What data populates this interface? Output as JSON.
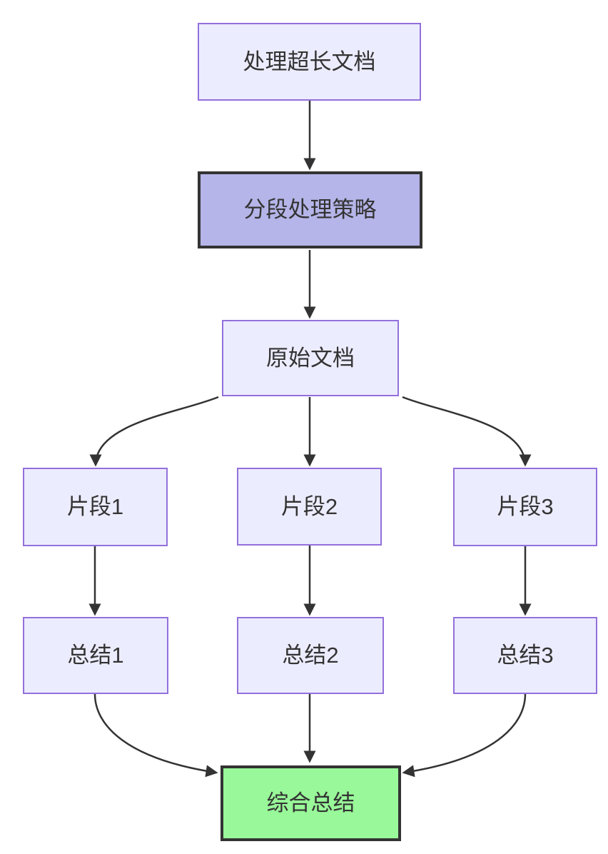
{
  "diagram": {
    "type": "flowchart",
    "direction": "top-down",
    "background": "#ffffff",
    "colors": {
      "node_fill": "#ececff",
      "node_border": "#9370db",
      "highlight_fill": "#b5b5e9",
      "highlight_border": "#333333",
      "result_fill": "#99f899",
      "result_border": "#333333",
      "edge_color": "#333333",
      "text_color": "#333333"
    },
    "nodes": [
      {
        "id": "A",
        "label": "处理超长文档",
        "style": "default"
      },
      {
        "id": "B",
        "label": "分段处理策略",
        "style": "highlight"
      },
      {
        "id": "C",
        "label": "原始文档",
        "style": "default"
      },
      {
        "id": "D1",
        "label": "片段1",
        "style": "default"
      },
      {
        "id": "D2",
        "label": "片段2",
        "style": "default"
      },
      {
        "id": "D3",
        "label": "片段3",
        "style": "default"
      },
      {
        "id": "E1",
        "label": "总结1",
        "style": "default"
      },
      {
        "id": "E2",
        "label": "总结2",
        "style": "default"
      },
      {
        "id": "E3",
        "label": "总结3",
        "style": "default"
      },
      {
        "id": "F",
        "label": "综合总结",
        "style": "result"
      }
    ],
    "edges": [
      {
        "from": "A",
        "to": "B"
      },
      {
        "from": "B",
        "to": "C"
      },
      {
        "from": "C",
        "to": "D1"
      },
      {
        "from": "C",
        "to": "D2"
      },
      {
        "from": "C",
        "to": "D3"
      },
      {
        "from": "D1",
        "to": "E1"
      },
      {
        "from": "D2",
        "to": "E2"
      },
      {
        "from": "D3",
        "to": "E3"
      },
      {
        "from": "E1",
        "to": "F"
      },
      {
        "from": "E2",
        "to": "F"
      },
      {
        "from": "E3",
        "to": "F"
      }
    ]
  }
}
